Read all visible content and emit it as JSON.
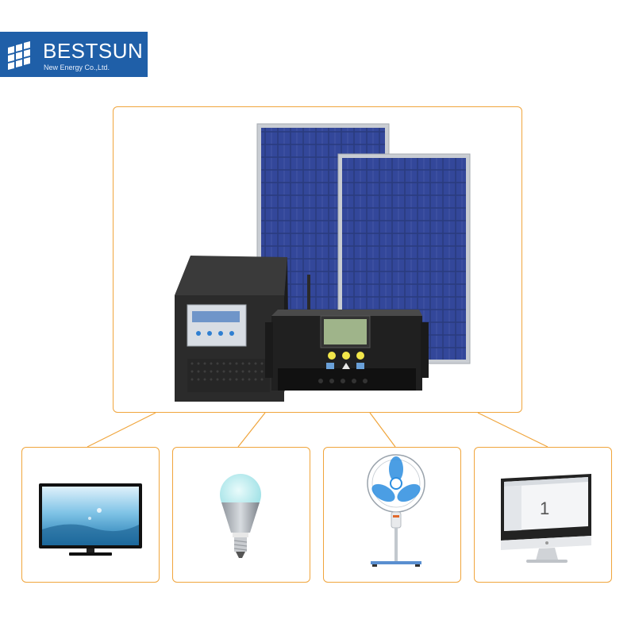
{
  "logo": {
    "brand": "BESTSUN",
    "tagline": "New Energy Co.,Ltd.",
    "background": "#1f5fa8"
  },
  "colors": {
    "frame_border": "#f0a53c",
    "connector": "#f0a53c"
  },
  "system": {
    "components": [
      "solar-panel-icon",
      "solar-panel-icon",
      "inverter-icon",
      "charge-controller-icon"
    ]
  },
  "appliances": [
    {
      "icon": "tv-icon"
    },
    {
      "icon": "light-bulb-icon"
    },
    {
      "icon": "stand-fan-icon"
    },
    {
      "icon": "desktop-monitor-icon",
      "screen_text": "1"
    }
  ]
}
